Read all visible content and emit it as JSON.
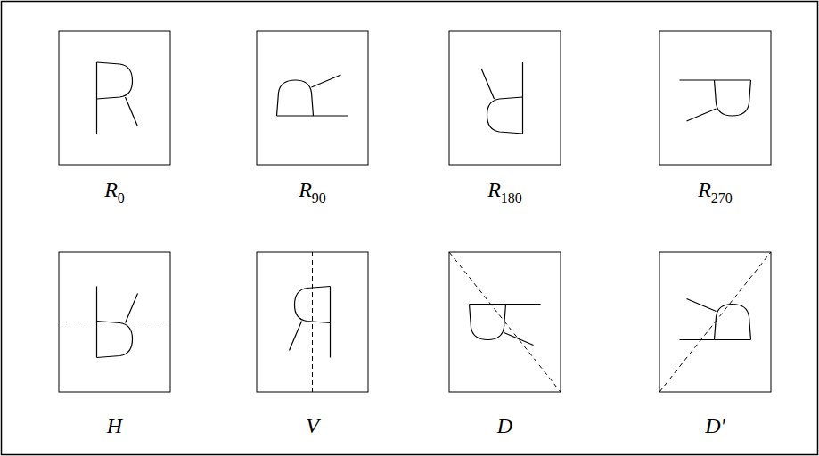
{
  "diagram": {
    "labels": [
      "R0",
      "R90",
      "R180",
      "R270",
      "H",
      "V",
      "D",
      "D′"
    ]
  }
}
